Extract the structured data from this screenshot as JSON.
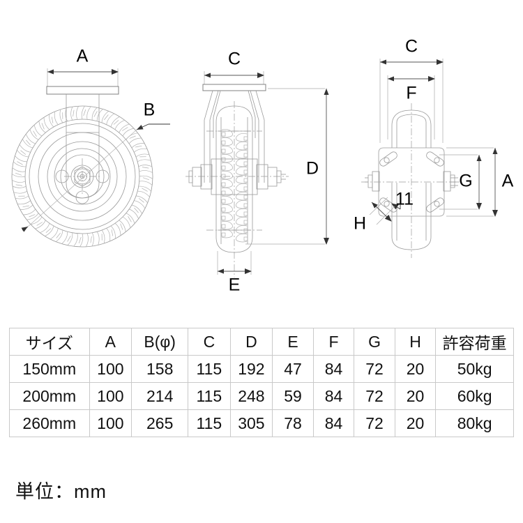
{
  "drawing": {
    "title": "caster-wheel-technical-drawing",
    "views": [
      {
        "name": "front-view",
        "labels": [
          "A",
          "B"
        ]
      },
      {
        "name": "side-view",
        "labels": [
          "C",
          "D",
          "E"
        ]
      },
      {
        "name": "top-view",
        "labels": [
          "C",
          "F",
          "A",
          "G",
          "H",
          "11"
        ]
      }
    ],
    "front_view": {
      "dim_a": "A",
      "dim_b": "B"
    },
    "side_view": {
      "dim_c": "C",
      "dim_d": "D",
      "dim_e": "E"
    },
    "top_view": {
      "dim_c": "C",
      "dim_f": "F",
      "dim_a": "A",
      "dim_g": "G",
      "dim_h": "H",
      "slot_note": "11"
    }
  },
  "table": {
    "headers": [
      "サイズ",
      "A",
      "B(φ)",
      "C",
      "D",
      "E",
      "F",
      "G",
      "H",
      "許容荷重"
    ],
    "rows": [
      [
        "150mm",
        "100",
        "158",
        "115",
        "192",
        "47",
        "84",
        "72",
        "20",
        "50kg"
      ],
      [
        "200mm",
        "100",
        "214",
        "115",
        "248",
        "59",
        "84",
        "72",
        "20",
        "60kg"
      ],
      [
        "260mm",
        "100",
        "265",
        "115",
        "305",
        "78",
        "84",
        "72",
        "20",
        "80kg"
      ]
    ]
  },
  "footer": {
    "unit_note": "単位：mm"
  },
  "chart_data": {
    "type": "table",
    "title": "Caster wheel dimension specification",
    "columns": [
      "サイズ",
      "A",
      "B(φ)",
      "C",
      "D",
      "E",
      "F",
      "G",
      "H",
      "許容荷重"
    ],
    "rows": [
      {
        "サイズ": "150mm",
        "A": 100,
        "B(φ)": 158,
        "C": 115,
        "D": 192,
        "E": 47,
        "F": 84,
        "G": 72,
        "H": 20,
        "許容荷重": "50kg"
      },
      {
        "サイズ": "200mm",
        "A": 100,
        "B(φ)": 214,
        "C": 115,
        "D": 248,
        "E": 59,
        "F": 84,
        "G": 72,
        "H": 20,
        "許容荷重": "60kg"
      },
      {
        "サイズ": "260mm",
        "A": 100,
        "B(φ)": 265,
        "C": 115,
        "D": 305,
        "E": 78,
        "F": 84,
        "G": 72,
        "H": 20,
        "許容荷重": "80kg"
      }
    ],
    "unit": "mm"
  }
}
